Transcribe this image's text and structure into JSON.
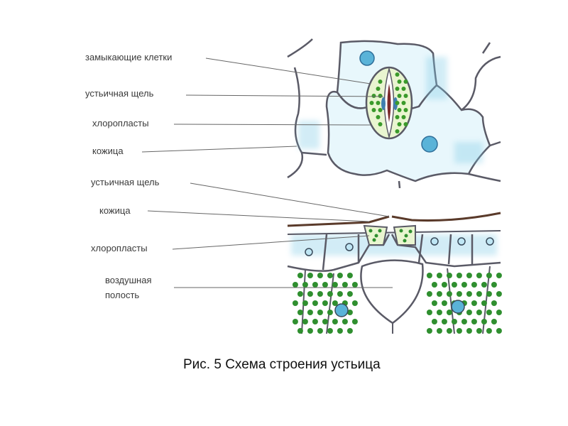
{
  "labels": {
    "guard_cells": "замыкающие клетки",
    "stomatal_slit_top": "устьичная щель",
    "chloroplasts_top": "хлоропласты",
    "epidermis_top": "кожица",
    "stomatal_slit_bottom": "устьичная щель",
    "epidermis_bottom": "кожица",
    "chloroplasts_bottom": "хлоропласты",
    "air_cavity_line1": "воздушная",
    "air_cavity_line2": "полость"
  },
  "caption": "Рис. 5 Схема строения устьица",
  "colors": {
    "cell_fill": "#e6f6fb",
    "cell_wall": "#5a5a66",
    "chloroplast": "#2f8f2f",
    "nucleus": "#4aa8d0",
    "cuticle": "#5a3a2a"
  }
}
